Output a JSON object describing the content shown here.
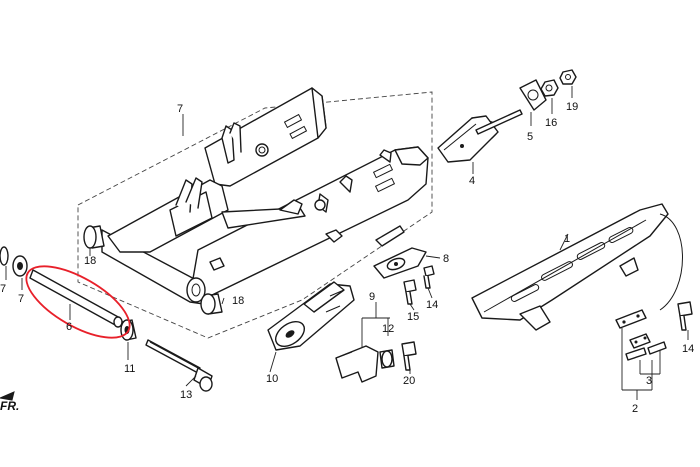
{
  "diagram": {
    "direction_label": "FR.",
    "highlight_color": "#e8202a",
    "callouts": [
      {
        "id": "c1",
        "text": "1"
      },
      {
        "id": "c2",
        "text": "2"
      },
      {
        "id": "c3",
        "text": "3"
      },
      {
        "id": "c4",
        "text": "4"
      },
      {
        "id": "c5",
        "text": "5"
      },
      {
        "id": "c6",
        "text": "6"
      },
      {
        "id": "c7a",
        "text": "7"
      },
      {
        "id": "c7b",
        "text": "7"
      },
      {
        "id": "c7c",
        "text": "7"
      },
      {
        "id": "c8",
        "text": "8"
      },
      {
        "id": "c9",
        "text": "9"
      },
      {
        "id": "c10",
        "text": "10"
      },
      {
        "id": "c11",
        "text": "11"
      },
      {
        "id": "c12",
        "text": "12"
      },
      {
        "id": "c13",
        "text": "13"
      },
      {
        "id": "c14a",
        "text": "14"
      },
      {
        "id": "c14b",
        "text": "14"
      },
      {
        "id": "c15",
        "text": "15"
      },
      {
        "id": "c16",
        "text": "16"
      },
      {
        "id": "c18a",
        "text": "18"
      },
      {
        "id": "c18b",
        "text": "18"
      },
      {
        "id": "c19",
        "text": "19"
      },
      {
        "id": "c20",
        "text": "20"
      }
    ]
  }
}
